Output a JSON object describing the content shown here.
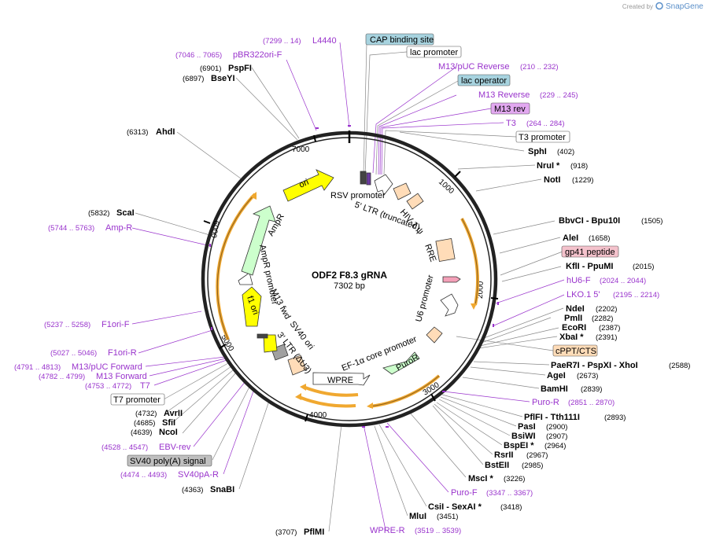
{
  "watermark": {
    "created_by": "Created by",
    "brand": "SnapGene"
  },
  "plasmid": {
    "name": "ODF2 F8.3 gRNA",
    "length_label": "7302 bp"
  },
  "ticks": [
    "1000",
    "2000",
    "3000",
    "4000",
    "5000",
    "6000",
    "7000"
  ],
  "features": {
    "ori": "ori",
    "rsv": "RSV promoter",
    "ltr5": "5' LTR (truncated)",
    "hiv": "HIV-1 ψ",
    "rre": "RRE",
    "u6": "U6 promoter",
    "ef1a": "EF-1α core promoter",
    "puror": "PuroR",
    "wpre": "WPRE",
    "ltr3": "3' LTR (ΔU3)",
    "sv40ori": "SV40 ori",
    "m13fwd": "M13 fwd",
    "f1ori": "f1 ori",
    "ampprom": "AmpR promoter",
    "ampr": "AmpR"
  },
  "labels": {
    "cap": {
      "text": "CAP binding site"
    },
    "lacprom": {
      "text": "lac promoter"
    },
    "m13pucrev": {
      "text": "M13/pUC Reverse",
      "pos": "(210 .. 232)"
    },
    "lacop": {
      "text": "lac operator"
    },
    "m13rev": {
      "text": "M13 Reverse",
      "pos": "(229 .. 245)"
    },
    "m13revbox": {
      "text": "M13 rev"
    },
    "t3": {
      "text": "T3",
      "pos": "(264 .. 284)"
    },
    "t3prom": {
      "text": "T3 promoter"
    },
    "sphi": {
      "text": "SphI",
      "pos": "(402)"
    },
    "nrui": {
      "text": "NruI *",
      "pos": "(918)"
    },
    "noti": {
      "text": "NotI",
      "pos": "(1229)"
    },
    "bbvci": {
      "text": "BbvCI  - Bpu10I",
      "pos": "(1505)"
    },
    "alei": {
      "text": "AleI",
      "pos": "(1658)"
    },
    "gp41": {
      "text": "gp41 peptide"
    },
    "kfli": {
      "text": "KflI  - PpuMI",
      "pos": "(2015)"
    },
    "hu6f": {
      "text": "hU6-F",
      "pos": "(2024 .. 2044)"
    },
    "lko": {
      "text": "LKO.1 5'",
      "pos": "(2195 .. 2214)"
    },
    "ndei": {
      "text": "NdeI",
      "pos": "(2202)"
    },
    "pmli": {
      "text": "PmlI",
      "pos": "(2282)"
    },
    "ecori": {
      "text": "EcoRI",
      "pos": "(2387)"
    },
    "xbai": {
      "text": "XbaI *",
      "pos": "(2391)"
    },
    "cppt": {
      "text": "cPPT/CTS"
    },
    "paer7i": {
      "text": "PaeR7I  - PspXI  - XhoI",
      "pos": "(2588)"
    },
    "agei": {
      "text": "AgeI",
      "pos": "(2673)"
    },
    "bamhi": {
      "text": "BamHI",
      "pos": "(2839)"
    },
    "puror_p": {
      "text": "Puro-R",
      "pos": "(2851 .. 2870)"
    },
    "pflfi": {
      "text": "PflFI  - Tth111I",
      "pos": "(2893)"
    },
    "pasi": {
      "text": "PasI",
      "pos": "(2900)"
    },
    "bsiwi": {
      "text": "BsiWI",
      "pos": "(2907)"
    },
    "bspei": {
      "text": "BspEI *",
      "pos": "(2964)"
    },
    "rsrii": {
      "text": "RsrII",
      "pos": "(2967)"
    },
    "bsteii": {
      "text": "BstEII",
      "pos": "(2985)"
    },
    "msci": {
      "text": "MscI *",
      "pos": "(3226)"
    },
    "purof": {
      "text": "Puro-F",
      "pos": "(3347 .. 3367)"
    },
    "csii": {
      "text": "CsiI  - SexAI *",
      "pos": "(3418)"
    },
    "mlui": {
      "text": "MluI",
      "pos": "(3451)"
    },
    "wprer": {
      "text": "WPRE-R",
      "pos": "(3519 .. 3539)"
    },
    "pflmi": {
      "text": "PflMI",
      "pos": "(3707)"
    },
    "snabi": {
      "text": "SnaBI",
      "pos": "(4363)"
    },
    "sv40par": {
      "text": "SV40pA-R",
      "pos": "(4474 .. 4493)"
    },
    "sv40polya": {
      "text": "SV40 poly(A) signal"
    },
    "ebvrev": {
      "text": "EBV-rev",
      "pos": "(4528 .. 4547)"
    },
    "ncoi": {
      "text": "NcoI",
      "pos": "(4639)"
    },
    "sfii": {
      "text": "SfiI",
      "pos": "(4685)"
    },
    "avrii": {
      "text": "AvrII",
      "pos": "(4732)"
    },
    "t7prom": {
      "text": "T7 promoter"
    },
    "t7": {
      "text": "T7",
      "pos": "(4753 .. 4772)"
    },
    "m13fwd_p": {
      "text": "M13 Forward",
      "pos": "(4782 .. 4799)"
    },
    "m13pucfwd": {
      "text": "M13/pUC Forward",
      "pos": "(4791 .. 4813)"
    },
    "f1orir": {
      "text": "F1ori-R",
      "pos": "(5027 .. 5046)"
    },
    "f1orif": {
      "text": "F1ori-F",
      "pos": "(5237 .. 5258)"
    },
    "ampr_p": {
      "text": "Amp-R",
      "pos": "(5744 .. 5763)"
    },
    "scai": {
      "text": "ScaI",
      "pos": "(5832)"
    },
    "ahdi": {
      "text": "AhdI",
      "pos": "(6313)"
    },
    "bseyi": {
      "text": "BseYI",
      "pos": "(6897)"
    },
    "pspfi": {
      "text": "PspFI",
      "pos": "(6901)"
    },
    "pbr322": {
      "text": "pBR322ori-F",
      "pos": "(7046 .. 7065)"
    },
    "l4440": {
      "text": "L4440",
      "pos": "(7299 .. 14)"
    }
  },
  "colors": {
    "primer": "#9933cc",
    "enzyme": "#000000",
    "promoter": "#ffffff",
    "ori": "#ffff00",
    "amp": "#ccffcc",
    "ltr": "#ffdcb8",
    "gp41": "#f4c2cc",
    "cap": "#a7d3df",
    "polya": "#bfbfbf",
    "ring": "#222222",
    "orange_arc": "#f0a830"
  }
}
